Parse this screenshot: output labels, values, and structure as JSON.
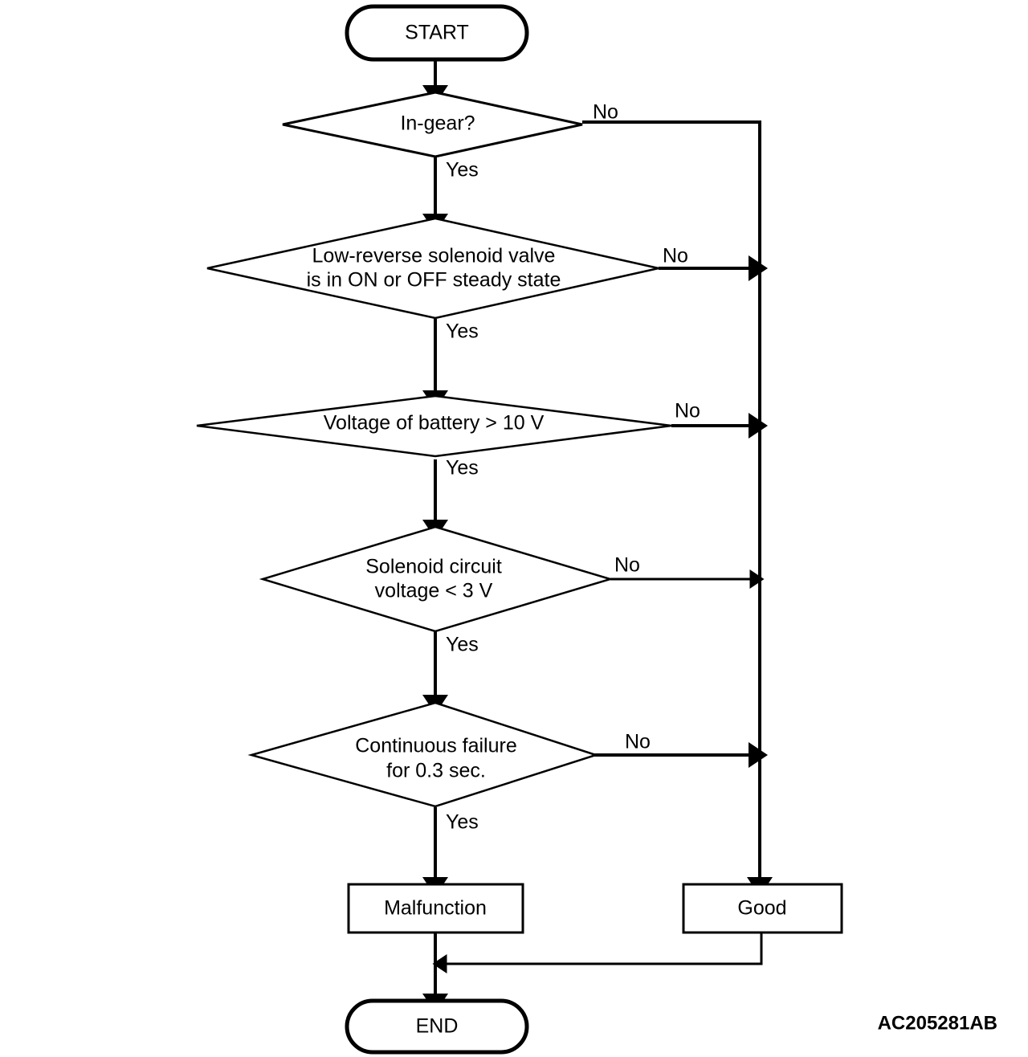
{
  "diagram": {
    "type": "flowchart",
    "reference_code": "AC205281AB",
    "colors": {
      "stroke": "#000000",
      "fill": "#ffffff",
      "text": "#000000"
    },
    "nodes": {
      "start": {
        "label": "START",
        "shape": "terminator"
      },
      "decision_1": {
        "label": "In-gear?",
        "shape": "diamond",
        "yes_label": "Yes",
        "no_label": "No"
      },
      "decision_2": {
        "label_line_1": "Low-reverse solenoid valve",
        "label_line_2": "is in ON or OFF steady state",
        "shape": "diamond",
        "yes_label": "Yes",
        "no_label": "No"
      },
      "decision_3": {
        "label": "Voltage of battery > 10 V",
        "shape": "diamond",
        "yes_label": "Yes",
        "no_label": "No"
      },
      "decision_4": {
        "label_line_1": "Solenoid circuit",
        "label_line_2": "voltage < 3 V",
        "shape": "diamond",
        "yes_label": "Yes",
        "no_label": "No"
      },
      "decision_5": {
        "label_line_1": "Continuous failure",
        "label_line_2": "for 0.3 sec.",
        "shape": "diamond",
        "yes_label": "Yes",
        "no_label": "No"
      },
      "malfunction": {
        "label": "Malfunction",
        "shape": "rectangle"
      },
      "good": {
        "label": "Good",
        "shape": "rectangle"
      },
      "end": {
        "label": "END",
        "shape": "terminator"
      }
    }
  }
}
